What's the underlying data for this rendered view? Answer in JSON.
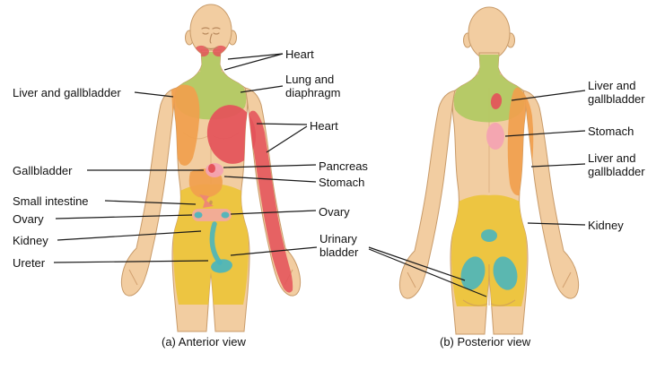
{
  "colors": {
    "background": "#ffffff",
    "skin": "#f2cda1",
    "body_outline": "#c89b6a",
    "detail_stroke": "#c6945f",
    "lung_diaphragm_green": "#b2c964",
    "liver_gallbladder_orange": "#f19f4d",
    "heart_red": "#e4535a",
    "stomach_pink": "#f3a3b2",
    "kidney_yellow": "#ecc43c",
    "bladder_teal": "#4ab5bd",
    "small_intestine_salmon": "#ee8873",
    "leader_line": "#1a1a1a",
    "text": "#111111"
  },
  "anterior": {
    "caption": "(a) Anterior view",
    "left_labels": [
      {
        "id": "liver-gallbladder",
        "text": "Liver and gallbladder"
      },
      {
        "id": "gallbladder",
        "text": "Gallbladder"
      },
      {
        "id": "small-intestine",
        "text": "Small intestine"
      },
      {
        "id": "ovary",
        "text": "Ovary"
      },
      {
        "id": "kidney",
        "text": "Kidney"
      },
      {
        "id": "ureter",
        "text": "Ureter"
      }
    ],
    "middle_labels": [
      {
        "id": "heart-jaw",
        "text": "Heart"
      },
      {
        "id": "lung-diaphragm",
        "text": "Lung and diaphragm"
      },
      {
        "id": "heart-chest",
        "text": "Heart"
      },
      {
        "id": "pancreas",
        "text": "Pancreas"
      },
      {
        "id": "stomach",
        "text": "Stomach"
      },
      {
        "id": "ovary",
        "text": "Ovary"
      },
      {
        "id": "urinary-bladder",
        "text": "Urinary bladder"
      }
    ]
  },
  "posterior": {
    "caption": "(b) Posterior view",
    "right_labels": [
      {
        "id": "liver-gallbladder-upper",
        "text": "Liver and gallbladder"
      },
      {
        "id": "stomach",
        "text": "Stomach"
      },
      {
        "id": "liver-gallbladder-lower",
        "text": "Liver and gallbladder"
      },
      {
        "id": "kidney",
        "text": "Kidney"
      }
    ]
  }
}
